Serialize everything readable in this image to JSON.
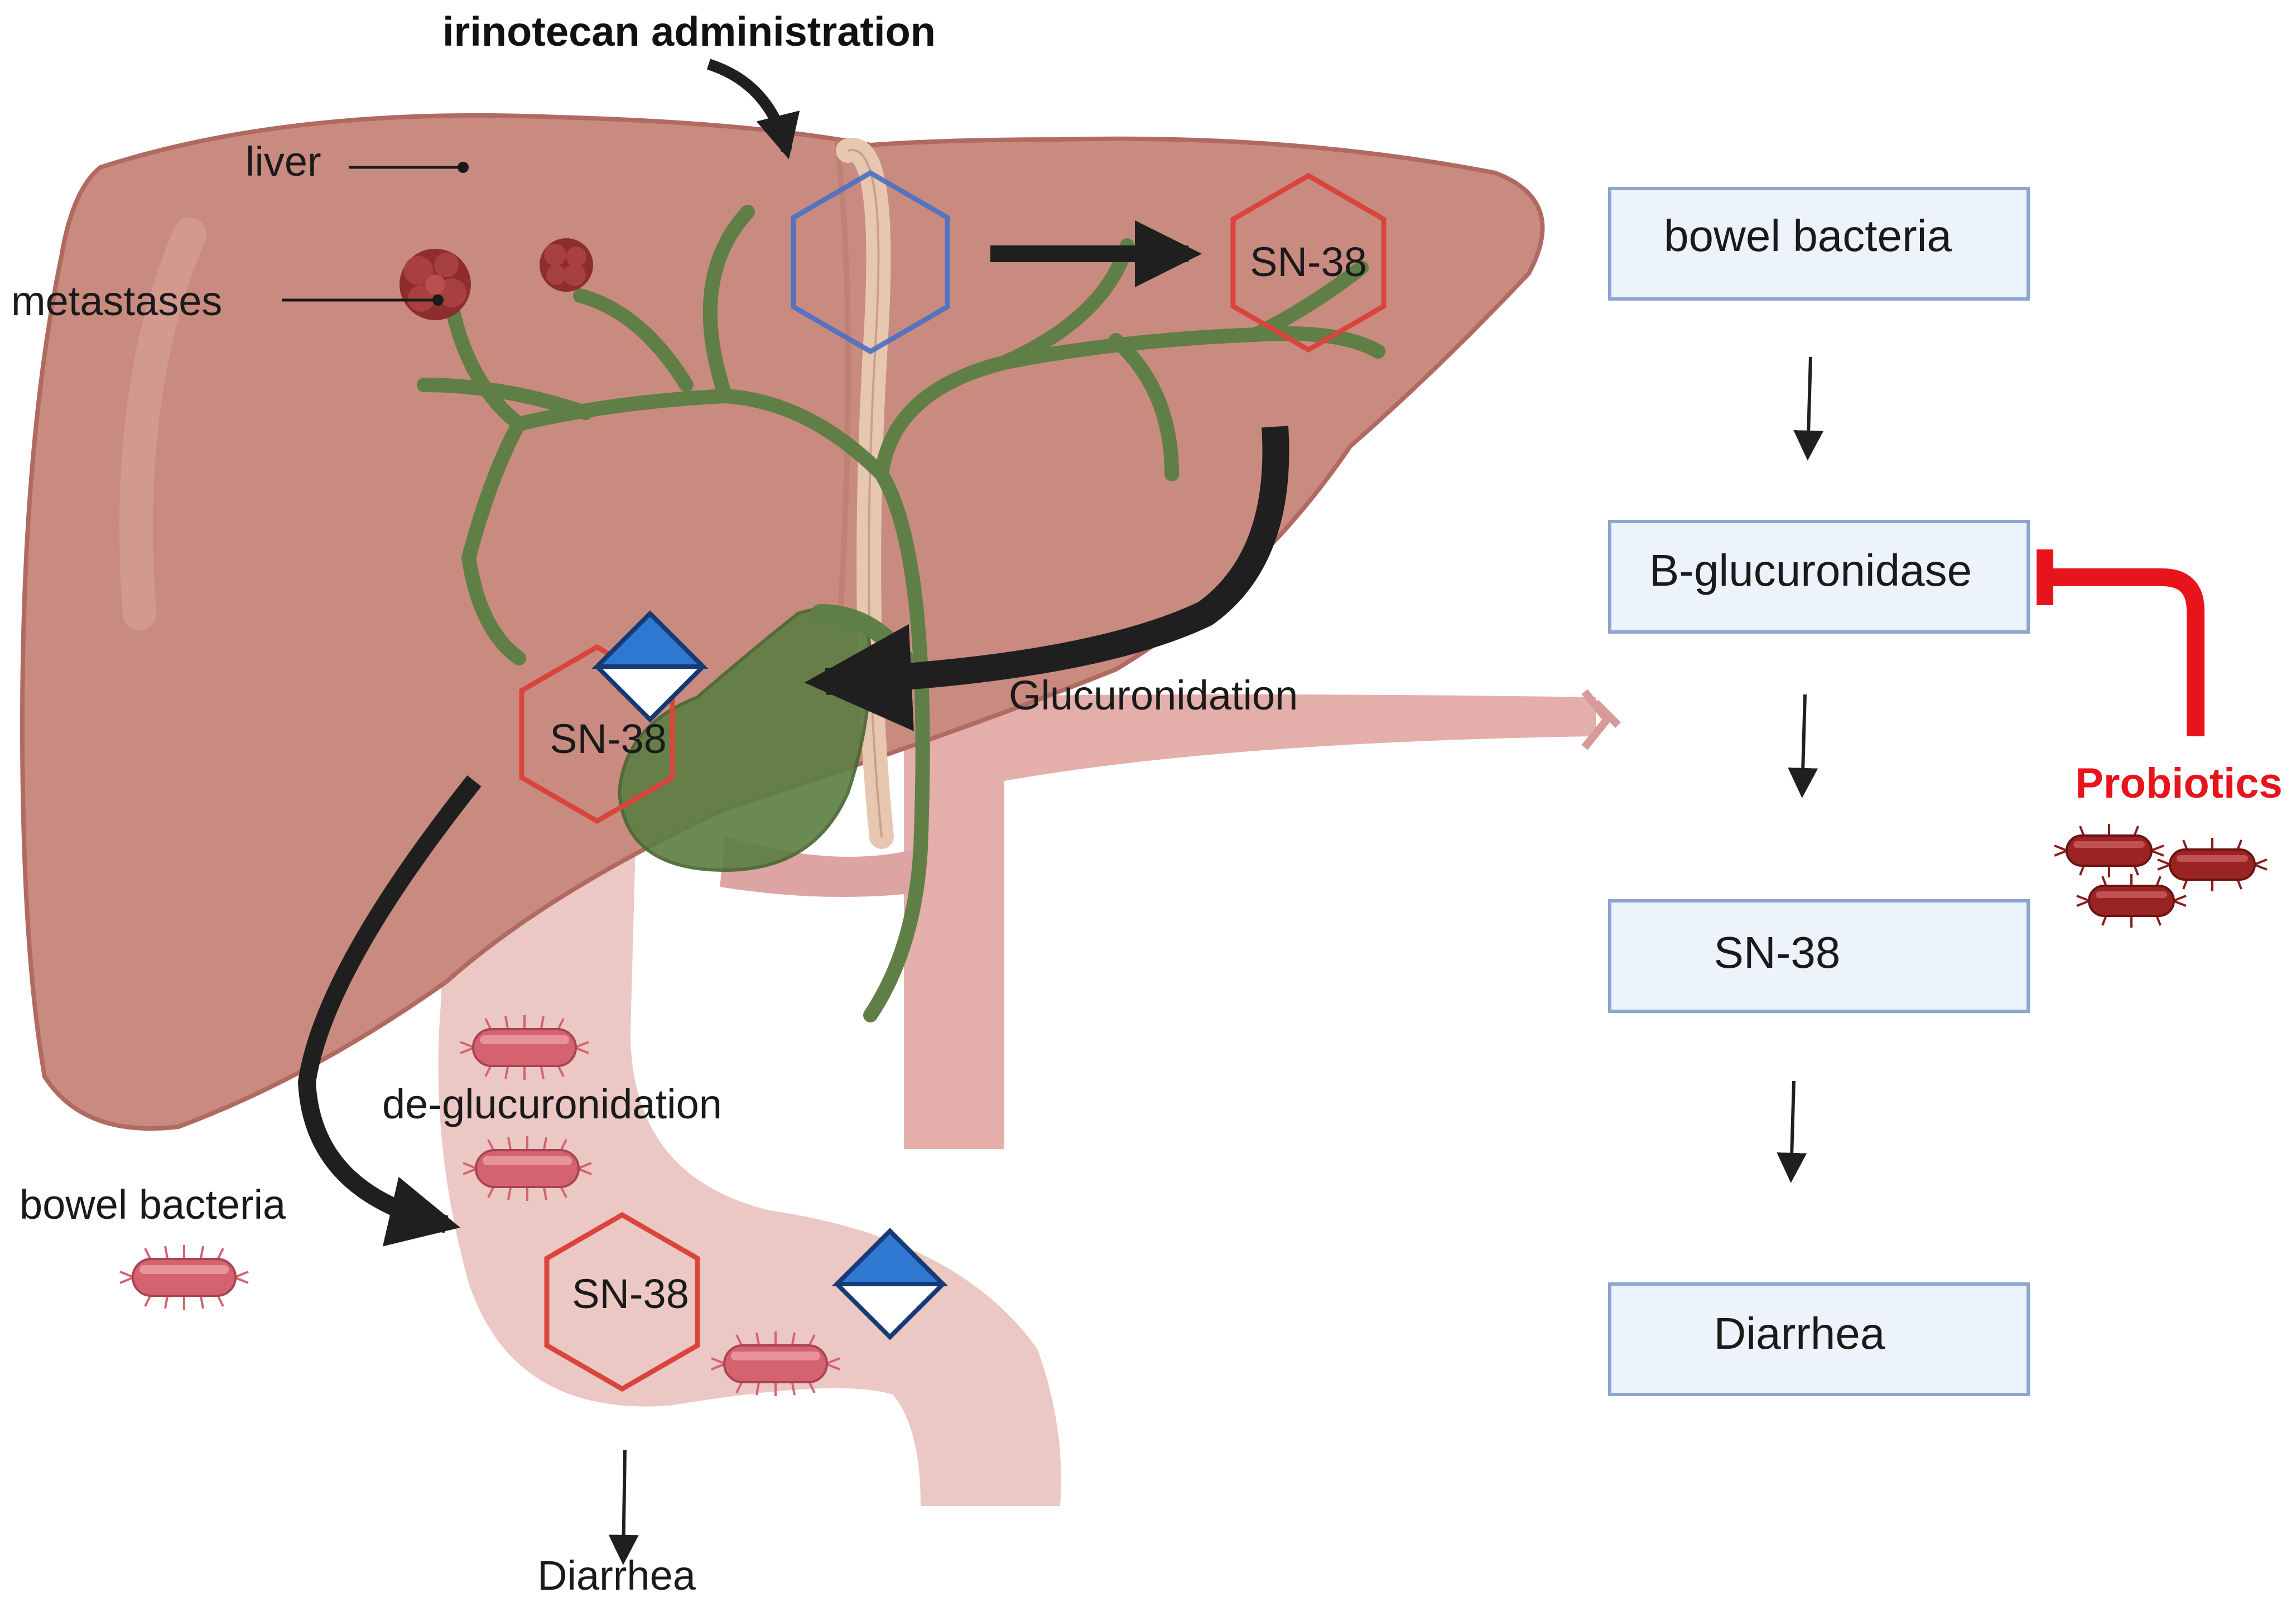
{
  "annotations": {
    "irinotecan": "irinotecan administration",
    "liver": "liver",
    "metastases": "metastases",
    "sn38_top": "SN-38",
    "sn38_gallbladder": "SN-38",
    "sn38_intestine": "SN-38",
    "glucuronidation": "Glucuronidation",
    "deglucuronidation": "de-glucuronidation",
    "bowel_bacteria": "bowel bacteria",
    "diarrhea": "Diarrhea"
  },
  "flowchart": {
    "steps": [
      "bowel bacteria",
      "B-glucuronidase",
      "SN-38",
      "Diarrhea"
    ],
    "inhibitor": "Probiotics"
  },
  "colors": {
    "liver": "#c98b80",
    "liver_edge": "#b06a62",
    "bile_duct": "#5f7f46",
    "intestine": "#ecc8c4",
    "hex_red": "#d9453c",
    "hex_blue": "#4a6fc4",
    "box_fill": "#edf3fb",
    "box_edge": "#8da6cf",
    "inhibit_red": "#e8141c",
    "arrow": "#1f1f1f",
    "bacteria_pink": "#d4626f",
    "bacteria_dark": "#8c1c1c"
  }
}
